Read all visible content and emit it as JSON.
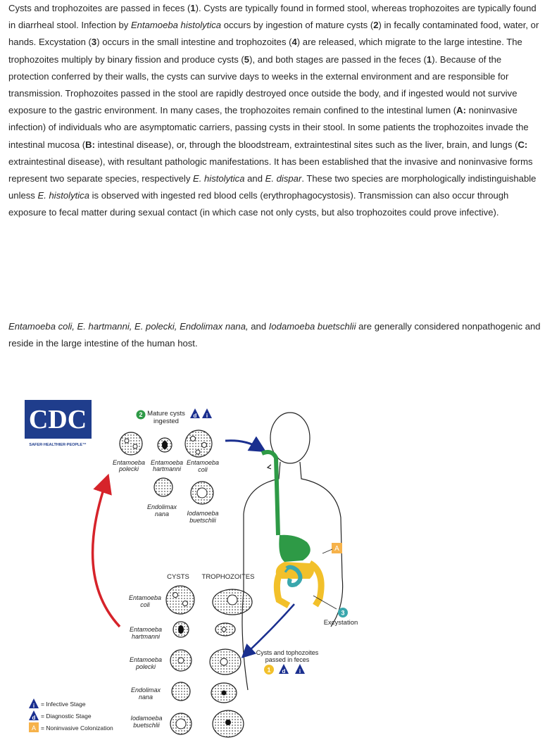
{
  "paragraph1": {
    "seg1": "Cysts and trophozoites are passed in feces (",
    "b1": "1",
    "seg2": "). Cysts are typically found in formed stool, whereas trophozoites are typically found in diarrheal stool. Infection by ",
    "i1": "Entamoeba histolytica",
    "seg3": " occurs by ingestion of mature cysts (",
    "b2": "2",
    "seg4": ") in fecally contaminated food, water, or hands. Excystation (",
    "b3": "3",
    "seg5": ") occurs in the small intestine and trophozoites (",
    "b4": "4",
    "seg6": ") are released, which migrate to the large intestine. The trophozoites multiply by binary fission and produce cysts (",
    "b5": "5",
    "seg7": "), and both stages are passed in the feces (",
    "b6": "1",
    "seg8": "). Because of the protection conferred by their walls, the cysts can survive days to weeks in the external environment and are responsible for transmission. Trophozoites passed in the stool are rapidly destroyed once outside the body, and if ingested would not survive exposure to the gastric environment. In many cases, the trophozoites remain confined to the intestinal lumen (",
    "b7": "A:",
    "seg9": " noninvasive infection) of individuals who are asymptomatic carriers, passing cysts in their stool. In some patients the trophozoites invade the intestinal mucosa (",
    "b8": "B:",
    "seg10": " intestinal disease), or, through the bloodstream, extraintestinal sites such as the liver, brain, and lungs (",
    "b9": "C:",
    "seg11": " extraintestinal disease), with resultant pathologic manifestations. It has been established that the invasive and noninvasive forms represent two separate species, respectively ",
    "i2": "E. histolytica",
    "seg12": " and ",
    "i3": "E. dispar",
    "seg13": ". These two species are morphologically indistinguishable unless ",
    "i4": "E. histolytica",
    "seg14": " is observed with ingested red blood cells (erythrophagocystosis). Transmission can also occur through exposure to fecal matter during sexual contact (in which case not only cysts, but also trophozoites could prove infective)."
  },
  "paragraph2": {
    "i1": "Entamoeba coli, E. hartmanni, E. polecki, Endolimax nana,",
    "seg1": " and ",
    "i2": "Iodamoeba buetschlii",
    "seg2": " are generally considered nonpathogenic and reside in the large intestine of the human host."
  },
  "diagram": {
    "logo_text": "CDC",
    "logo_tagline": "SAFER·HEALTHIER·PEOPLE™",
    "step2_number": "2",
    "step2_label_line1": "Mature cysts",
    "step2_label_line2": "ingested",
    "step3_number": "3",
    "step3_label": "Excystation",
    "step1_number": "1",
    "step1_label_line1": "Cysts and tophozoites",
    "step1_label_line2": "passed in feces",
    "marker_a": "A",
    "marker_d": "d",
    "marker_i": "i",
    "top_cysts": [
      {
        "line1": "Entamoeba",
        "line2": "polecki"
      },
      {
        "line1": "Entamoeba",
        "line2": "hartmanni"
      },
      {
        "line1": "Entamoeba",
        "line2": "coli"
      },
      {
        "line1": "Endolimax",
        "line2": "nana"
      },
      {
        "line1": "Iodamoeba",
        "line2": "buetschlii"
      }
    ],
    "col_cysts": "CYSTS",
    "col_trophozoites": "TROPHOZOITES",
    "rows": [
      {
        "line1": "Entamoeba",
        "line2": "coli"
      },
      {
        "line1": "Entamoeba",
        "line2": "hartmanni"
      },
      {
        "line1": "Entamoeba",
        "line2": "polecki"
      },
      {
        "line1": "Endolimax",
        "line2": "nana"
      },
      {
        "line1": "Iodamoeba",
        "line2": "buetschlii"
      }
    ],
    "legend": [
      {
        "icon": "i",
        "text": "= Infective Stage"
      },
      {
        "icon": "d",
        "text": "= Diagnostic Stage"
      },
      {
        "icon": "A",
        "text": "= Noninvasive Colonization"
      }
    ],
    "colors": {
      "cdc_blue": "#1f3d8c",
      "green": "#2e9a46",
      "yellow": "#f2c02a",
      "teal": "#3aa7ad",
      "orange_marker": "#f6b24a",
      "arrow_red": "#d6232a",
      "arrow_blue": "#1a2f8f"
    }
  }
}
